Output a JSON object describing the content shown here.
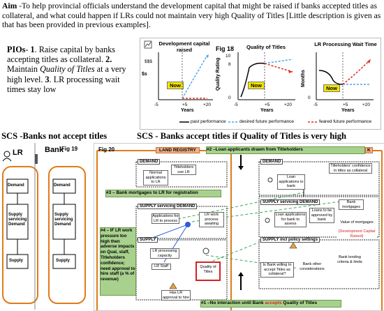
{
  "aim": {
    "label": "Aim",
    "text": " -To help provincial officials understand the development capital that might be raised if banks accepted titles as collateral, and what could happen if LRs could not maintain very high Quality of Titles [Little description is given as that has been provided in previous examples]."
  },
  "pios": {
    "label": "PIOs",
    "p1a": "- ",
    "n1": "1",
    "p1b": ". Raise capital by banks accepting titles as collateral. ",
    "n2": "2.",
    "p2a": " Maintain ",
    "p2i": "Quality of Titles",
    "p2b": " at a very high level. ",
    "n3": "3",
    "p3": ". LR processing wait times stay low"
  },
  "fig18": {
    "label": "Fig 18",
    "charts": [
      {
        "title": "Development capital raised",
        "ylabel": "$s",
        "yticks": [
          "$$$"
        ],
        "xlabel": "Years",
        "xticks": [
          "-5",
          "+5",
          "+20"
        ],
        "now": "Now"
      },
      {
        "title": "Quality of Titles",
        "ylabel": "Quality Rating",
        "yticks": [
          "10",
          "8",
          "0"
        ],
        "xlabel": "Years",
        "xticks": [
          "-5",
          "+5",
          "+20"
        ],
        "now": "Now"
      },
      {
        "title": "LR Processing Wait Time",
        "ylabel": "Months",
        "yticks": [
          "0"
        ],
        "xlabel": "Years",
        "xticks": [
          "-5",
          "+5",
          "+20"
        ],
        "now": "Now"
      }
    ],
    "legend": {
      "past": "past performance",
      "desired": "desired future performance",
      "feared": "feared future performance"
    },
    "colors": {
      "past": "#000000",
      "desired": "#4aa6e8",
      "feared": "#e03020"
    }
  },
  "scs_left": {
    "title": "SCS -Banks not accept titles"
  },
  "scs_right": {
    "title": "SCS - Banks accept titles if Quality of Titles is very high"
  },
  "fig19": {
    "label": "Fig 19",
    "lr": "LR",
    "bank": "Bank",
    "demand": "Demand",
    "supply_servicing": "Supply servicing Demand",
    "supply": "Supply"
  },
  "fig20": {
    "label": "Fig 20",
    "land_registry": "LAND REGISTRY",
    "bank_tab": "K",
    "note2": "#2 –Loan applicants drawn from Titleholders",
    "note3": "#3 – Bank mortgages to LR for registration",
    "note4": "#4 – IF LR work pressure too high then adverse impacts on Qual, staff, Titleholders confidence; need approval to hire staff (a % of revenue)",
    "note1_pre": "#1 –No interaction until Bank ",
    "note1_hl": "accepts",
    "note1_post": " Quality of Titles",
    "lr_demand": "DEMAND",
    "normal_apps": "Normal applications to LR",
    "titleholders_lr": "Titleholders use LR",
    "lr_servicing": "SUPPLY servicing DEMAND",
    "apps_process": "Applications for LR to process",
    "lr_work": "LR work process awaiting",
    "lr_supply": "SUPPLY",
    "lr_processing": "LR processing capacity",
    "lr_staff": "LR Staff",
    "quality": "Quality of Titles",
    "has_approval": "Has LR approval to hire",
    "bank_demand": "DEMAND",
    "confidence": "Titleholders' confidence in titles as collateral",
    "loan_apps": "Loan applications to bank",
    "bank_servicing": "SUPPLY servicing DEMAND",
    "loan_process": "Loan applications for bank to assess",
    "loans_approved": "Loans to be approved by bank",
    "bank_mortgages": "Bank mortgages",
    "value_mortgages": "Value of mortgages",
    "dev_capital": "(Development Capital Raised)",
    "bank_policy": "SUPPLY incl policy settings",
    "bank_willing": "Is Bank willing to accept Titles as collateral?",
    "bank_other": "Bank other considerations",
    "lending_criteria": "Bank lending criteria & limits"
  }
}
